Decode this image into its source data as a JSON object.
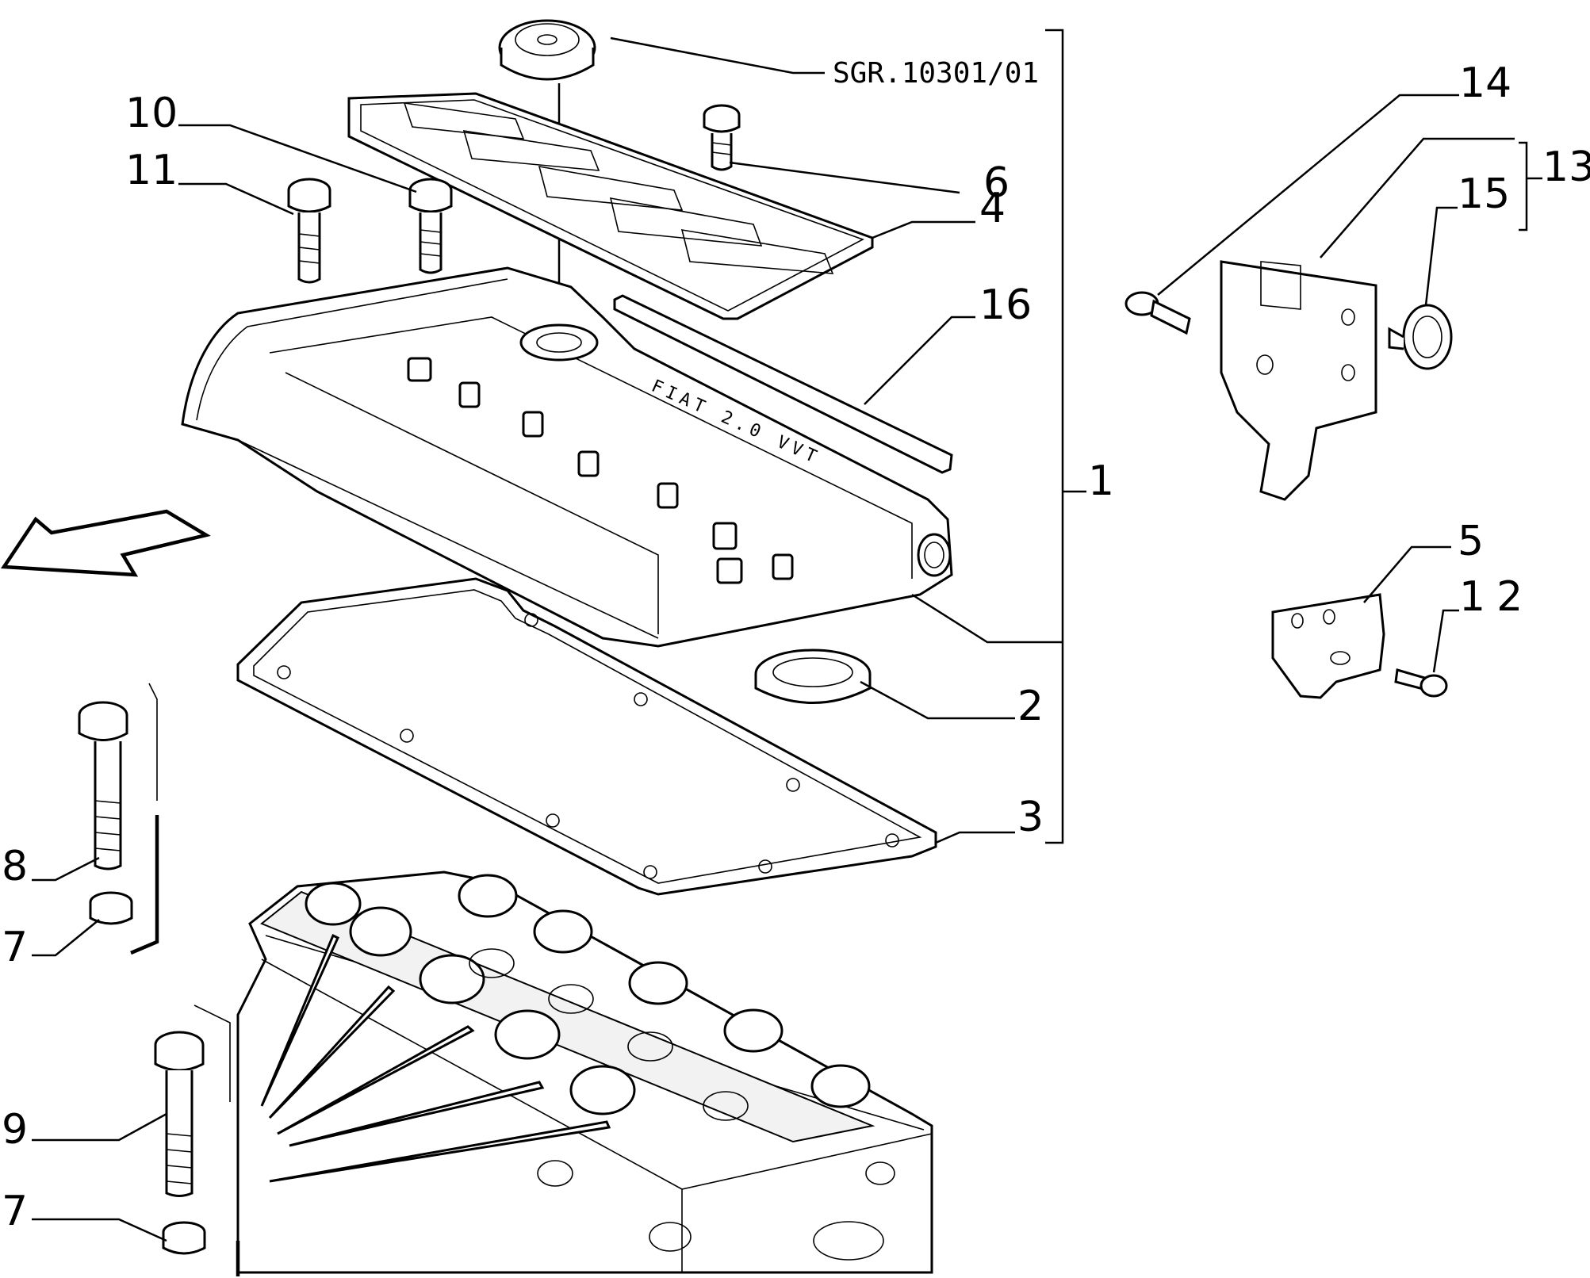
{
  "reference_code": "SGR.10301/01",
  "callouts": {
    "c1": "1",
    "c2": "2",
    "c3": "3",
    "c4": "4",
    "c5": "5",
    "c6": "6",
    "c7a": "7",
    "c7b": "7",
    "c8": "8",
    "c9": "9",
    "c10": "10",
    "c11": "11",
    "c12": "12",
    "c13": "13",
    "c14": "14",
    "c15": "15",
    "c16": "16"
  },
  "cover_marking": "FIAT 2.0 VVT"
}
